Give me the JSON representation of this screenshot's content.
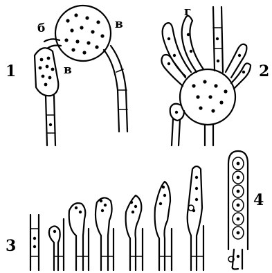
{
  "figure": {
    "panel_numbers": [
      "1",
      "2",
      "3",
      "4"
    ],
    "letters": {
      "a": "б",
      "b": "в",
      "c": "в",
      "d": "г"
    }
  }
}
